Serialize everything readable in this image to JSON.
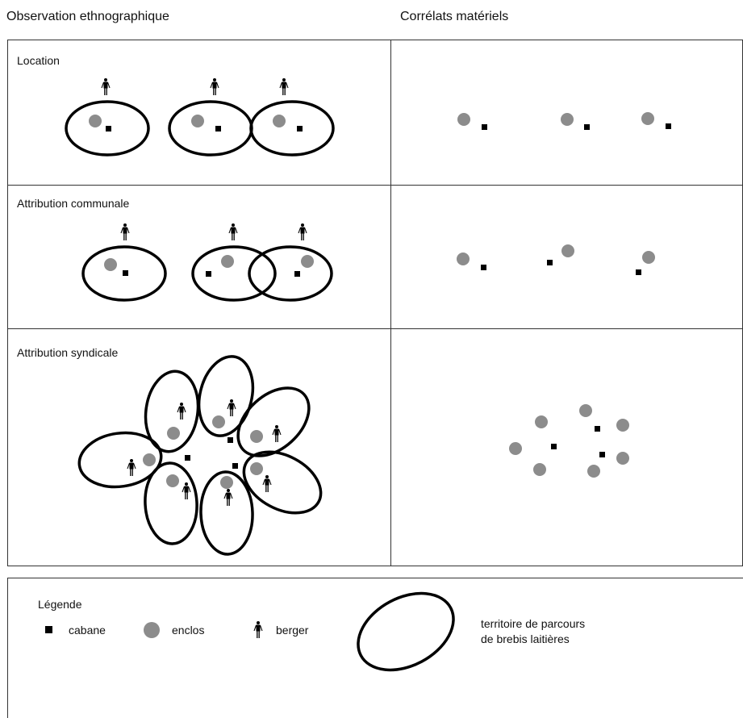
{
  "headers": {
    "left": "Observation ethnographique",
    "right": "Corrélats matériels"
  },
  "rows": [
    {
      "label": "Location"
    },
    {
      "label": "Attribution communale"
    },
    {
      "label": "Attribution syndicale"
    }
  ],
  "legend": {
    "title": "Légende",
    "cabane": "cabane",
    "enclos": "enclos",
    "berger": "berger",
    "territoire_line1": "territoire de parcours",
    "territoire_line2": "de brebis laitières"
  },
  "colors": {
    "line": "#000000",
    "enclos": "#8c8c8c",
    "cabane": "#000000",
    "background": "#ffffff"
  },
  "icons": [
    "cabane-square-icon",
    "enclos-circle-icon",
    "berger-person-icon"
  ]
}
